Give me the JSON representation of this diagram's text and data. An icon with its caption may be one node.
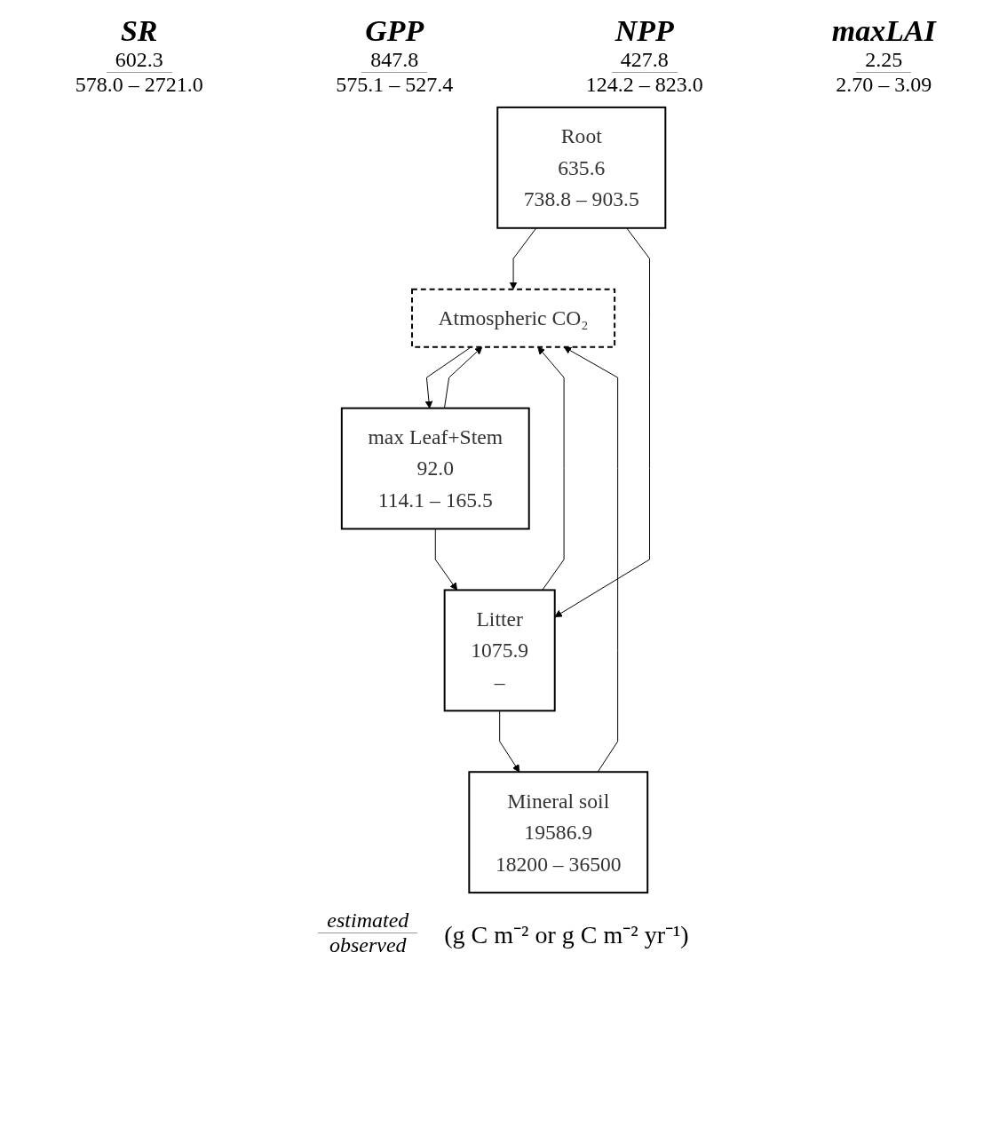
{
  "diagram": {
    "nodes": [
      {
        "text": [
          "Atmospheric CO₂"
        ]
      },
      {
        "text": [
          "max Leaf+Stem",
          "92.0",
          "114.1 – 165.5"
        ]
      },
      {
        "text": [
          "Root",
          "635.6",
          "738.8 – 903.5"
        ]
      },
      {
        "text": [
          "Litter",
          "1075.9",
          "–"
        ]
      },
      {
        "text": [
          "Mineral soil",
          "19586.9",
          "18200 – 36500"
        ]
      }
    ],
    "edges": [
      {
        "from": 0,
        "to": 1,
        "arrow": "to"
      },
      {
        "from": 1,
        "to": 0,
        "arrow": "to"
      },
      {
        "from": 2,
        "to": 0,
        "arrow": "to"
      },
      {
        "from": 3,
        "to": 0,
        "arrow": "to"
      },
      {
        "from": 4,
        "to": 0,
        "arrow": "to"
      },
      {
        "from": 1,
        "to": 3,
        "arrow": "to"
      },
      {
        "from": 2,
        "to": 3,
        "arrow": "to"
      },
      {
        "from": 3,
        "to": 4,
        "arrow": "to"
      }
    ],
    "labels": [
      "SR",
      "602.3",
      "578.0 – 2721.0",
      "GPP",
      "847.8",
      "575.1 – 527.4",
      "NPP",
      "427.8",
      "124.2 – 823.0",
      "maxLAI",
      "2.25",
      "2.70 – 3.09",
      "estimated",
      "observed",
      "(g C m⁻² or g C m⁻² yr⁻¹)"
    ]
  }
}
